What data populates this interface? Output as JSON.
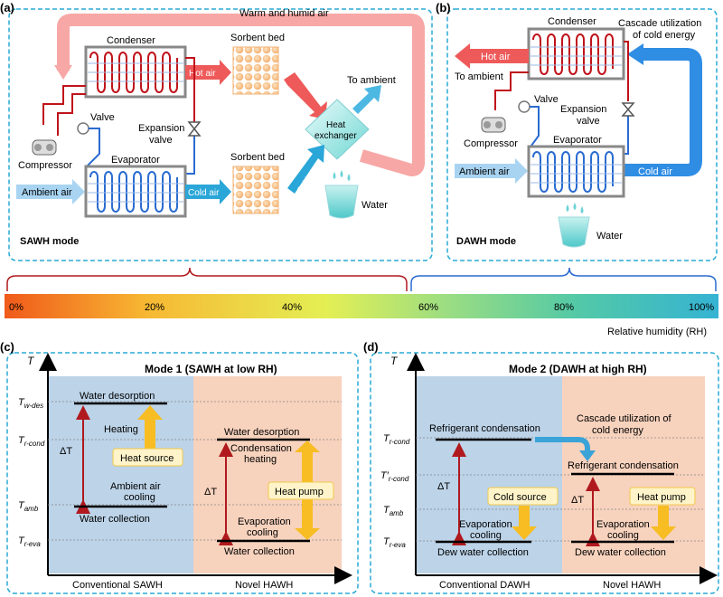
{
  "panel_a": {
    "label": "(a)",
    "mode": "SAWH mode",
    "warm_humid_air": "Warm and humid air",
    "condenser": "Condenser",
    "sorbent_bed_top": "Sorbent bed",
    "sorbent_bed_bottom": "Sorbent bed",
    "hot_air_1": "Hot air",
    "hot_air_2": "Hot air",
    "to_ambient": "To ambient",
    "heat_exchanger_1": "Heat",
    "heat_exchanger_2": "exchanger",
    "valve": "Valve",
    "expansion_valve_1": "Expansion",
    "expansion_valve_2": "valve",
    "compressor": "Compressor",
    "evaporator": "Evaporator",
    "ambient_air": "Ambient air",
    "cold_air_1": "Cold air",
    "cold_air_2": "Cold air",
    "water": "Water"
  },
  "panel_b": {
    "label": "(b)",
    "mode": "DAWH mode",
    "condenser": "Condenser",
    "cascade_1": "Cascade utilization",
    "cascade_2": "of cold energy",
    "hot_air": "Hot air",
    "to_ambient": "To ambient",
    "valve": "Valve",
    "expansion_valve_1": "Expansion",
    "expansion_valve_2": "valve",
    "compressor": "Compressor",
    "evaporator": "Evaporator",
    "ambient_air": "Ambient air",
    "cold_air": "Cold air",
    "water": "Water"
  },
  "rh_bar": {
    "ticks": [
      "0%",
      "20%",
      "40%",
      "60%",
      "80%",
      "100%"
    ],
    "axis_label": "Relative humidity (RH)",
    "colors": [
      "#f05a1a",
      "#f7b833",
      "#e4ef54",
      "#9bdd82",
      "#53c9a6",
      "#35b3d3"
    ]
  },
  "panel_c": {
    "label": "(c)",
    "title": "Mode 1 (SAWH at low RH)",
    "axis_t": "T",
    "y_ticks": [
      {
        "main": "T",
        "sub": "w-des"
      },
      {
        "main": "T",
        "sub": "r-cond"
      },
      {
        "main": "T",
        "sub": "amb"
      },
      {
        "main": "T",
        "sub": "r-eva"
      }
    ],
    "left_region": "Conventional SAWH",
    "right_region": "Novel HAWH",
    "water_desorption_1": "Water desorption",
    "heating": "Heating",
    "heat_source": "Heat source",
    "delta_t_1": "ΔT",
    "ambient_air_cooling_1": "Ambient air",
    "ambient_air_cooling_2": "cooling",
    "water_collection_1": "Water collection",
    "water_desorption_2": "Water desorption",
    "condensation_heating_1": "Condensation",
    "condensation_heating_2": "heating",
    "delta_t_2": "ΔT",
    "heat_pump": "Heat pump",
    "evaporation_cooling_1": "Evaporation",
    "evaporation_cooling_2": "cooling",
    "water_collection_2": "Water collection",
    "colors": {
      "left": "#bcd3e8",
      "right": "#f7d2bd"
    }
  },
  "panel_d": {
    "label": "(d)",
    "title": "Mode 2 (DAWH at high RH)",
    "axis_t": "T",
    "y_ticks": [
      {
        "main": "T",
        "sub": "r-cond"
      },
      {
        "main": "T′",
        "sub": "r-cond"
      },
      {
        "main": "T",
        "sub": "amb"
      },
      {
        "main": "T",
        "sub": "r-eva"
      }
    ],
    "left_region": "Conventional DAWH",
    "right_region": "Novel HAWH",
    "refrigerant_condensation_1": "Refrigerant condensation",
    "cascade_1": "Cascade utilization of",
    "cascade_2": "cold energy",
    "refrigerant_condensation_2": "Refrigerant condensation",
    "delta_t_1": "ΔT",
    "cold_source": "Cold source",
    "delta_t_2": "ΔT",
    "heat_pump": "Heat pump",
    "evaporation_cooling_a1": "Evaporation",
    "evaporation_cooling_a2": "cooling",
    "evaporation_cooling_b1": "Evaporation",
    "evaporation_cooling_b2": "cooling",
    "dew_water_1": "Dew water collection",
    "dew_water_2": "Dew water collection",
    "colors": {
      "left": "#bcd3e8",
      "right": "#f7d2bd"
    }
  }
}
